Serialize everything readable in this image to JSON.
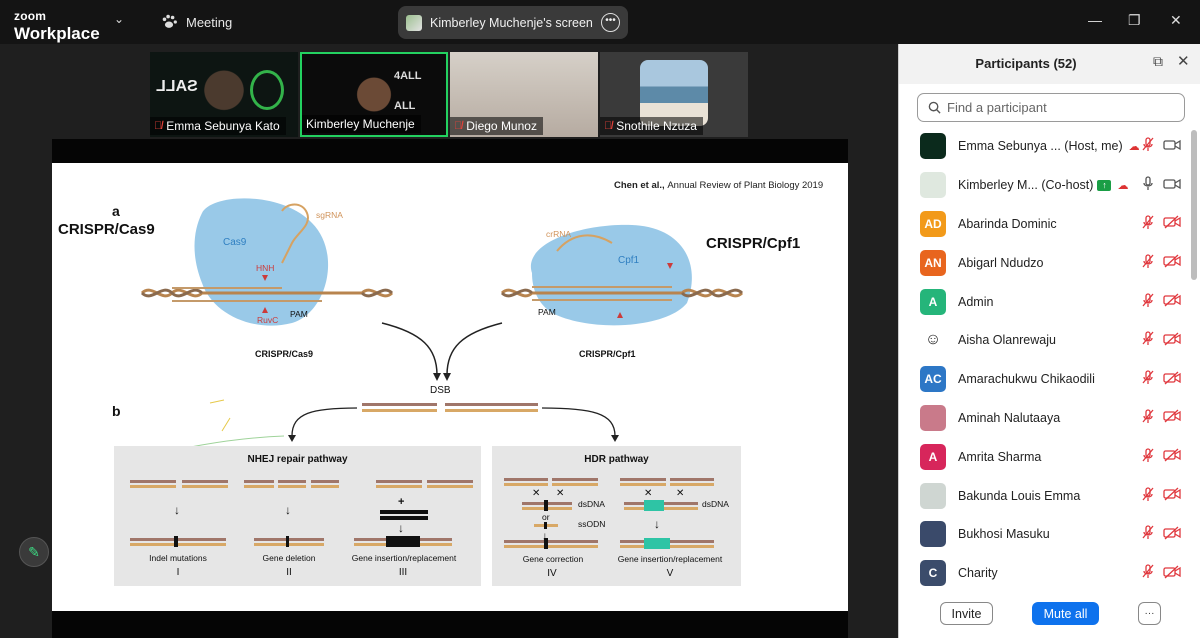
{
  "app": {
    "logo_line1": "zoom",
    "logo_line2": "Workplace"
  },
  "header": {
    "meeting_label": "Meeting",
    "screen_tab_label": "Kimberley Muchenje's screen",
    "more_icon": "ellipsis-icon"
  },
  "videos": [
    {
      "name": "Emma Sebunya Kato",
      "muted": true
    },
    {
      "name": "Kimberley Muchenje",
      "muted": false,
      "active_speaker": true,
      "overlay_top": "4ALL",
      "overlay_mid": "ALL"
    },
    {
      "name": "Diego Munoz",
      "muted": true
    },
    {
      "name": "Snothile Nzuza",
      "muted": true
    }
  ],
  "video_overlay_text": "SALL",
  "slide": {
    "citation_prefix": "Chen et al., ",
    "citation_journal": "Annual Review of Plant Biology 2019",
    "label_a": "a",
    "label_b": "b",
    "title_cas9": "CRISPR/Cas9",
    "title_cpf1": "CRISPR/Cpf1",
    "lbl_sgRNA": "sgRNA",
    "lbl_cas9": "Cas9",
    "lbl_hnh": "HNH",
    "lbl_ruvc": "RuvC",
    "lbl_pam1": "PAM",
    "lbl_crrna": "crRNA",
    "lbl_cpf1": "Cpf1",
    "lbl_pam2": "PAM",
    "cap_cas9": "CRISPR/Cas9",
    "cap_cpf1": "CRISPR/Cpf1",
    "dsb": "DSB",
    "nhej_title": "NHEJ repair pathway",
    "hdr_title": "HDR pathway",
    "plus": "+",
    "dsdna1": "dsDNA",
    "or": "or",
    "ssodn": "ssODN",
    "dsdna2": "dsDNA",
    "x_mark": "✕",
    "outcomes": [
      {
        "caption": "Indel mutations",
        "roman": "I"
      },
      {
        "caption": "Gene deletion",
        "roman": "II"
      },
      {
        "caption": "Gene insertion/replacement",
        "roman": "III"
      },
      {
        "caption": "Gene correction",
        "roman": "IV"
      },
      {
        "caption": "Gene insertion/replacement",
        "roman": "V"
      }
    ]
  },
  "participants_panel": {
    "title": "Participants (52)",
    "search_placeholder": "Find a participant",
    "invite_label": "Invite",
    "mute_all_label": "Mute all",
    "more_label": "···",
    "participants": [
      {
        "name": "Emma Sebunya ... (Host, me)",
        "initials": "",
        "color": "#0b2a1c",
        "mic": "off",
        "cam": "on",
        "cloud": true
      },
      {
        "name": "Kimberley M... (Co-host)",
        "initials": "",
        "color": "#dfe8df",
        "mic": "on",
        "cam": "on",
        "cloud": true,
        "share_badge": "↑"
      },
      {
        "name": "Abarinda Dominic",
        "initials": "AD",
        "color": "#f29a1a",
        "mic": "off",
        "cam": "off"
      },
      {
        "name": "Abigarl Ndudzo",
        "initials": "AN",
        "color": "#e8651e",
        "mic": "off",
        "cam": "off"
      },
      {
        "name": "Admin",
        "initials": "A",
        "color": "#25b57a",
        "mic": "off",
        "cam": "off"
      },
      {
        "name": "Aisha Olanrewaju",
        "initials": "☺",
        "color": "#ffffff",
        "mic": "off",
        "cam": "off"
      },
      {
        "name": "Amarachukwu Chikaodili",
        "initials": "AC",
        "color": "#2d77c6",
        "mic": "off",
        "cam": "off"
      },
      {
        "name": "Aminah Nalutaaya",
        "initials": "",
        "color": "#c97a8a",
        "mic": "off",
        "cam": "off"
      },
      {
        "name": "Amrita Sharma",
        "initials": "A",
        "color": "#d7265b",
        "mic": "off",
        "cam": "off"
      },
      {
        "name": "Bakunda Louis Emma",
        "initials": "",
        "color": "#cfd6d2",
        "mic": "off",
        "cam": "off"
      },
      {
        "name": "Bukhosi Masuku",
        "initials": "",
        "color": "#3a4a6a",
        "mic": "off",
        "cam": "off"
      },
      {
        "name": "Charity",
        "initials": "C",
        "color": "#3b4c6b",
        "mic": "off",
        "cam": "off"
      }
    ]
  }
}
